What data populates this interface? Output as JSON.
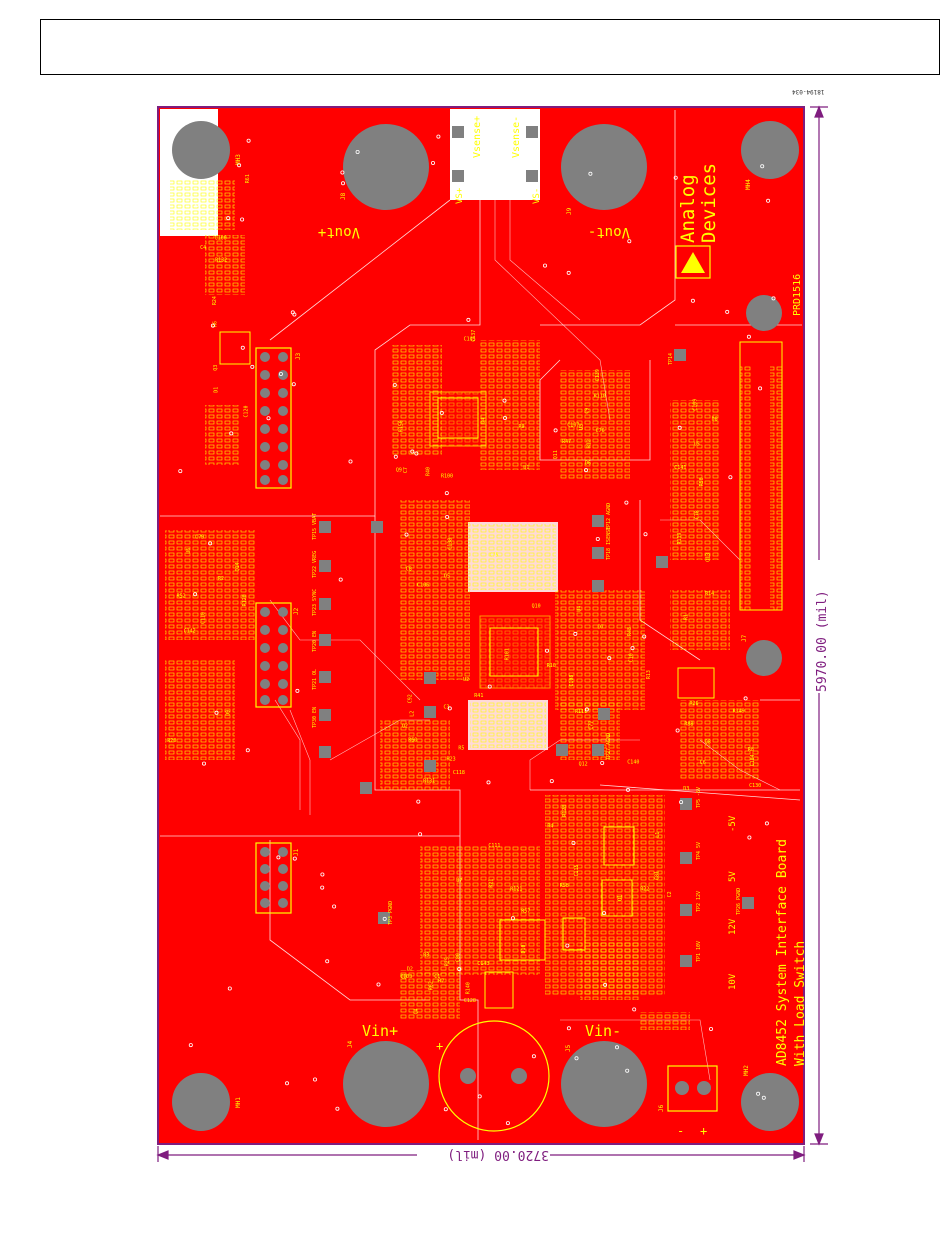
{
  "figure_id": "18194-034",
  "board": {
    "title_line1": "AD8452 System Interface Board",
    "title_line2": "With Load Switch",
    "brand_line1": "Analog",
    "brand_line2": "Devices",
    "part_number": "PRD1516",
    "colors": {
      "copper": "#ff0000",
      "silk": "#ffff00",
      "dimension": "#7f1d7f",
      "pad": "#808080",
      "outline": "#6a1a8a"
    }
  },
  "dimensions": {
    "width": "3720.00 (mil)",
    "height": "5970.00 (mil)"
  },
  "terminals": {
    "vout_plus": "Vout+",
    "vout_minus": "Vout-",
    "vin_plus": "Vin+",
    "vin_minus": "Vin-",
    "vsense_plus": "Vsense+",
    "vsense_minus": "Vsense-",
    "vs_plus": "VS+",
    "vs_minus": "VS-"
  },
  "connectors": {
    "j1": "J1",
    "j2": "J2",
    "j3": "J3",
    "j4": "J4",
    "j5": "J5",
    "j6": "J6",
    "j7": "J7",
    "j8": "J8",
    "j9": "J9"
  },
  "mounting_holes": {
    "mh1": "MH1",
    "mh2": "MH2",
    "mh3": "MH3",
    "mh4": "MH4"
  },
  "test_points": [
    {
      "ref": "TP3",
      "net": "PGND"
    },
    {
      "ref": "TP14",
      "net": ""
    },
    {
      "ref": "TP15",
      "net": "VBAT"
    },
    {
      "ref": "TP22",
      "net": "VREG"
    },
    {
      "ref": "TP23",
      "net": "SYNC"
    },
    {
      "ref": "TP20",
      "net": "EN"
    },
    {
      "ref": "TP21",
      "net": "OL"
    },
    {
      "ref": "TP30",
      "net": "EN"
    },
    {
      "ref": "TP26",
      "net": "PGND"
    },
    {
      "ref": "TP27",
      "net": "AGND"
    },
    {
      "ref": "TP5",
      "net": "-5V"
    },
    {
      "ref": "TP4",
      "net": "5V"
    },
    {
      "ref": "TP2",
      "net": "12V"
    },
    {
      "ref": "TP1",
      "net": "10V"
    },
    {
      "ref": "TP12",
      "net": "AGND"
    },
    {
      "ref": "TP18",
      "net": "ISENSE"
    }
  ],
  "rail_labels": {
    "m5v": "-5V",
    "p5v": "5V",
    "p12v": "12V",
    "p10v": "10V"
  },
  "polarity": {
    "plus": "+",
    "minus": "-"
  },
  "component_labels": [
    "U1",
    "U2",
    "U3",
    "U4",
    "U5",
    "U6",
    "U7",
    "L1",
    "L2",
    "D1",
    "D2",
    "D3",
    "D4",
    "D5",
    "D6",
    "D7",
    "D8",
    "D9",
    "D10",
    "Q1",
    "Q2",
    "Q3",
    "Q4",
    "Q8",
    "Q9",
    "Q10",
    "Q11",
    "Q12",
    "Q13",
    "Q14",
    "C1",
    "C2",
    "C3",
    "C4",
    "C5",
    "C6",
    "C7",
    "C8",
    "C9",
    "C10",
    "R1",
    "R2",
    "R3",
    "R4",
    "R5",
    "R6",
    "R7",
    "R8",
    "R9",
    "R10",
    "R12",
    "R13",
    "R14",
    "R20",
    "R21",
    "R22",
    "R23",
    "R24",
    "R25",
    "R26",
    "R40",
    "R41",
    "R47",
    "R48",
    "R50",
    "R52",
    "R57",
    "R58",
    "R60",
    "R61",
    "R62",
    "R88",
    "R100",
    "R101",
    "R110",
    "R111",
    "R119",
    "R120",
    "R121",
    "R128",
    "R131",
    "R132",
    "R140",
    "R149",
    "R150",
    "C75",
    "C76",
    "C77",
    "C78",
    "C79",
    "C80",
    "C81",
    "C92",
    "C100",
    "C103",
    "C104",
    "C105",
    "C106",
    "C107",
    "C108",
    "C109",
    "C110",
    "C111",
    "C115",
    "C118",
    "C120",
    "C128",
    "C130",
    "C137",
    "C138",
    "C139",
    "C140",
    "C141",
    "C142",
    "C143"
  ]
}
